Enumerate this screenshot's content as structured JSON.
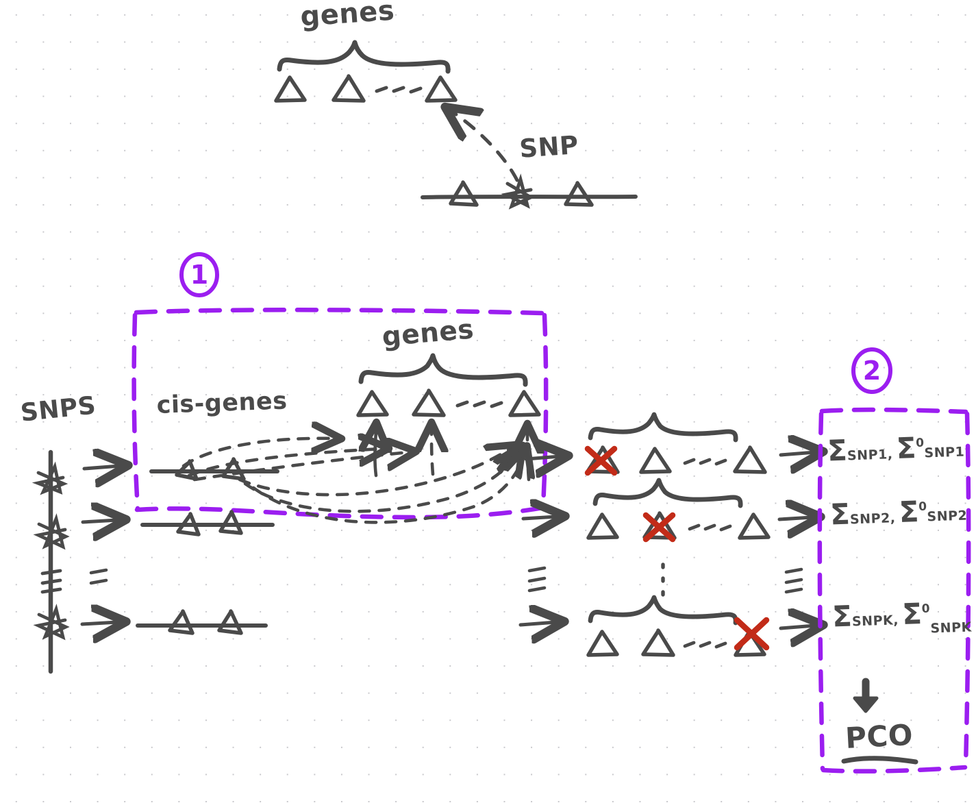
{
  "diagram": {
    "title_top": "genes",
    "snp_label": "SNP",
    "snps_label": "SNPS",
    "cis_genes_label": "cis-genes",
    "genes_label_box1": "genes",
    "step_one": "1",
    "step_two": "2",
    "pco_label": "PCO",
    "colors": {
      "ink": "#4a4a4a",
      "highlight_purple": "#9b1ef0",
      "cross_red": "#c22b18",
      "grid_dot": "#c8c8cc",
      "paper": "#ffffff"
    }
  },
  "top_panel": {
    "genes_label": "genes",
    "gene_markers": [
      "gene-1",
      "gene-2",
      "gene-n"
    ],
    "ellipsis": "...",
    "snp_label": "SNP",
    "snp_track_markers": [
      "marker-left",
      "snp-star",
      "marker-right"
    ]
  },
  "snp_column": {
    "label": "SNPS",
    "rows": [
      {
        "id": "snp-1",
        "marker": "star"
      },
      {
        "id": "snp-2",
        "marker": "star"
      },
      {
        "id": "snp-ellipsis",
        "marker": "vertical-ellipsis"
      },
      {
        "id": "snp-k",
        "marker": "star"
      }
    ]
  },
  "box_one": {
    "step_badge": "1",
    "cis_genes_label": "cis-genes",
    "genes_label": "genes",
    "cis_tracks": [
      {
        "id": "cis-track-1",
        "triangles": 2
      },
      {
        "id": "cis-track-2",
        "triangles": 2
      },
      {
        "id": "cis-track-k",
        "triangles": 2
      }
    ],
    "gene_set": {
      "triangles": 3,
      "ellipsis": "..."
    }
  },
  "middle_panel": {
    "rows": [
      {
        "id": "row-snp1",
        "triangles": 3,
        "ellipsis": "...",
        "excluded_index": 0
      },
      {
        "id": "row-snp2",
        "triangles": 3,
        "ellipsis": "...",
        "excluded_index": 1
      },
      {
        "id": "row-snpk",
        "triangles": 3,
        "ellipsis": "...",
        "excluded_index": 2
      }
    ],
    "ellipsis_between_rows": "⋮"
  },
  "box_two": {
    "step_badge": "2",
    "formulas": [
      {
        "id": "formula-snp1",
        "sigma": "Σ",
        "subscript": "SNP1",
        "sigma_null": "Σ",
        "superscript": "0",
        "subscript_null": "SNP1",
        "separator": ","
      },
      {
        "id": "formula-snp2",
        "sigma": "Σ",
        "subscript": "SNP2",
        "sigma_null": "Σ",
        "superscript": "0",
        "subscript_null": "SNP2",
        "separator": ","
      },
      {
        "id": "formula-snpk",
        "sigma": "Σ",
        "subscript": "SNPK",
        "sigma_null": "Σ",
        "superscript": "0",
        "subscript_null": "SNPK",
        "separator": ","
      }
    ],
    "vertical_ellipsis": "⋮",
    "result_label": "PCO"
  }
}
